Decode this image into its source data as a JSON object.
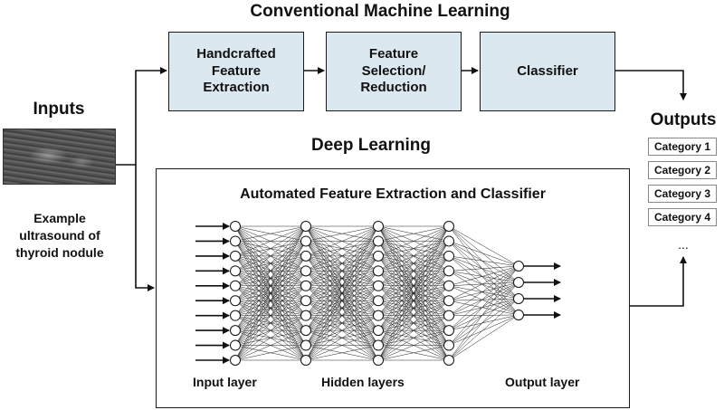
{
  "titles": {
    "conventional": "Conventional Machine Learning",
    "deep": "Deep Learning",
    "inputs": "Inputs",
    "outputs": "Outputs"
  },
  "boxes": [
    {
      "label": "Handcrafted\nFeature\nExtraction"
    },
    {
      "label": "Feature\nSelection/\nReduction"
    },
    {
      "label": "Classifier"
    }
  ],
  "deep_learning": {
    "subtitle": "Automated Feature Extraction and Classifier",
    "layer_labels": [
      "Input layer",
      "Hidden layers",
      "Output layer"
    ],
    "layer_node_counts": [
      10,
      10,
      10,
      10,
      4
    ]
  },
  "input": {
    "caption": "Example\nultrasound of\nthyroid nodule"
  },
  "outputs": {
    "categories": [
      "Category 1",
      "Category 2",
      "Category 3",
      "Category 4"
    ],
    "more": "..."
  },
  "colors": {
    "box_fill": "#dbe8ef",
    "line": "#111111"
  }
}
